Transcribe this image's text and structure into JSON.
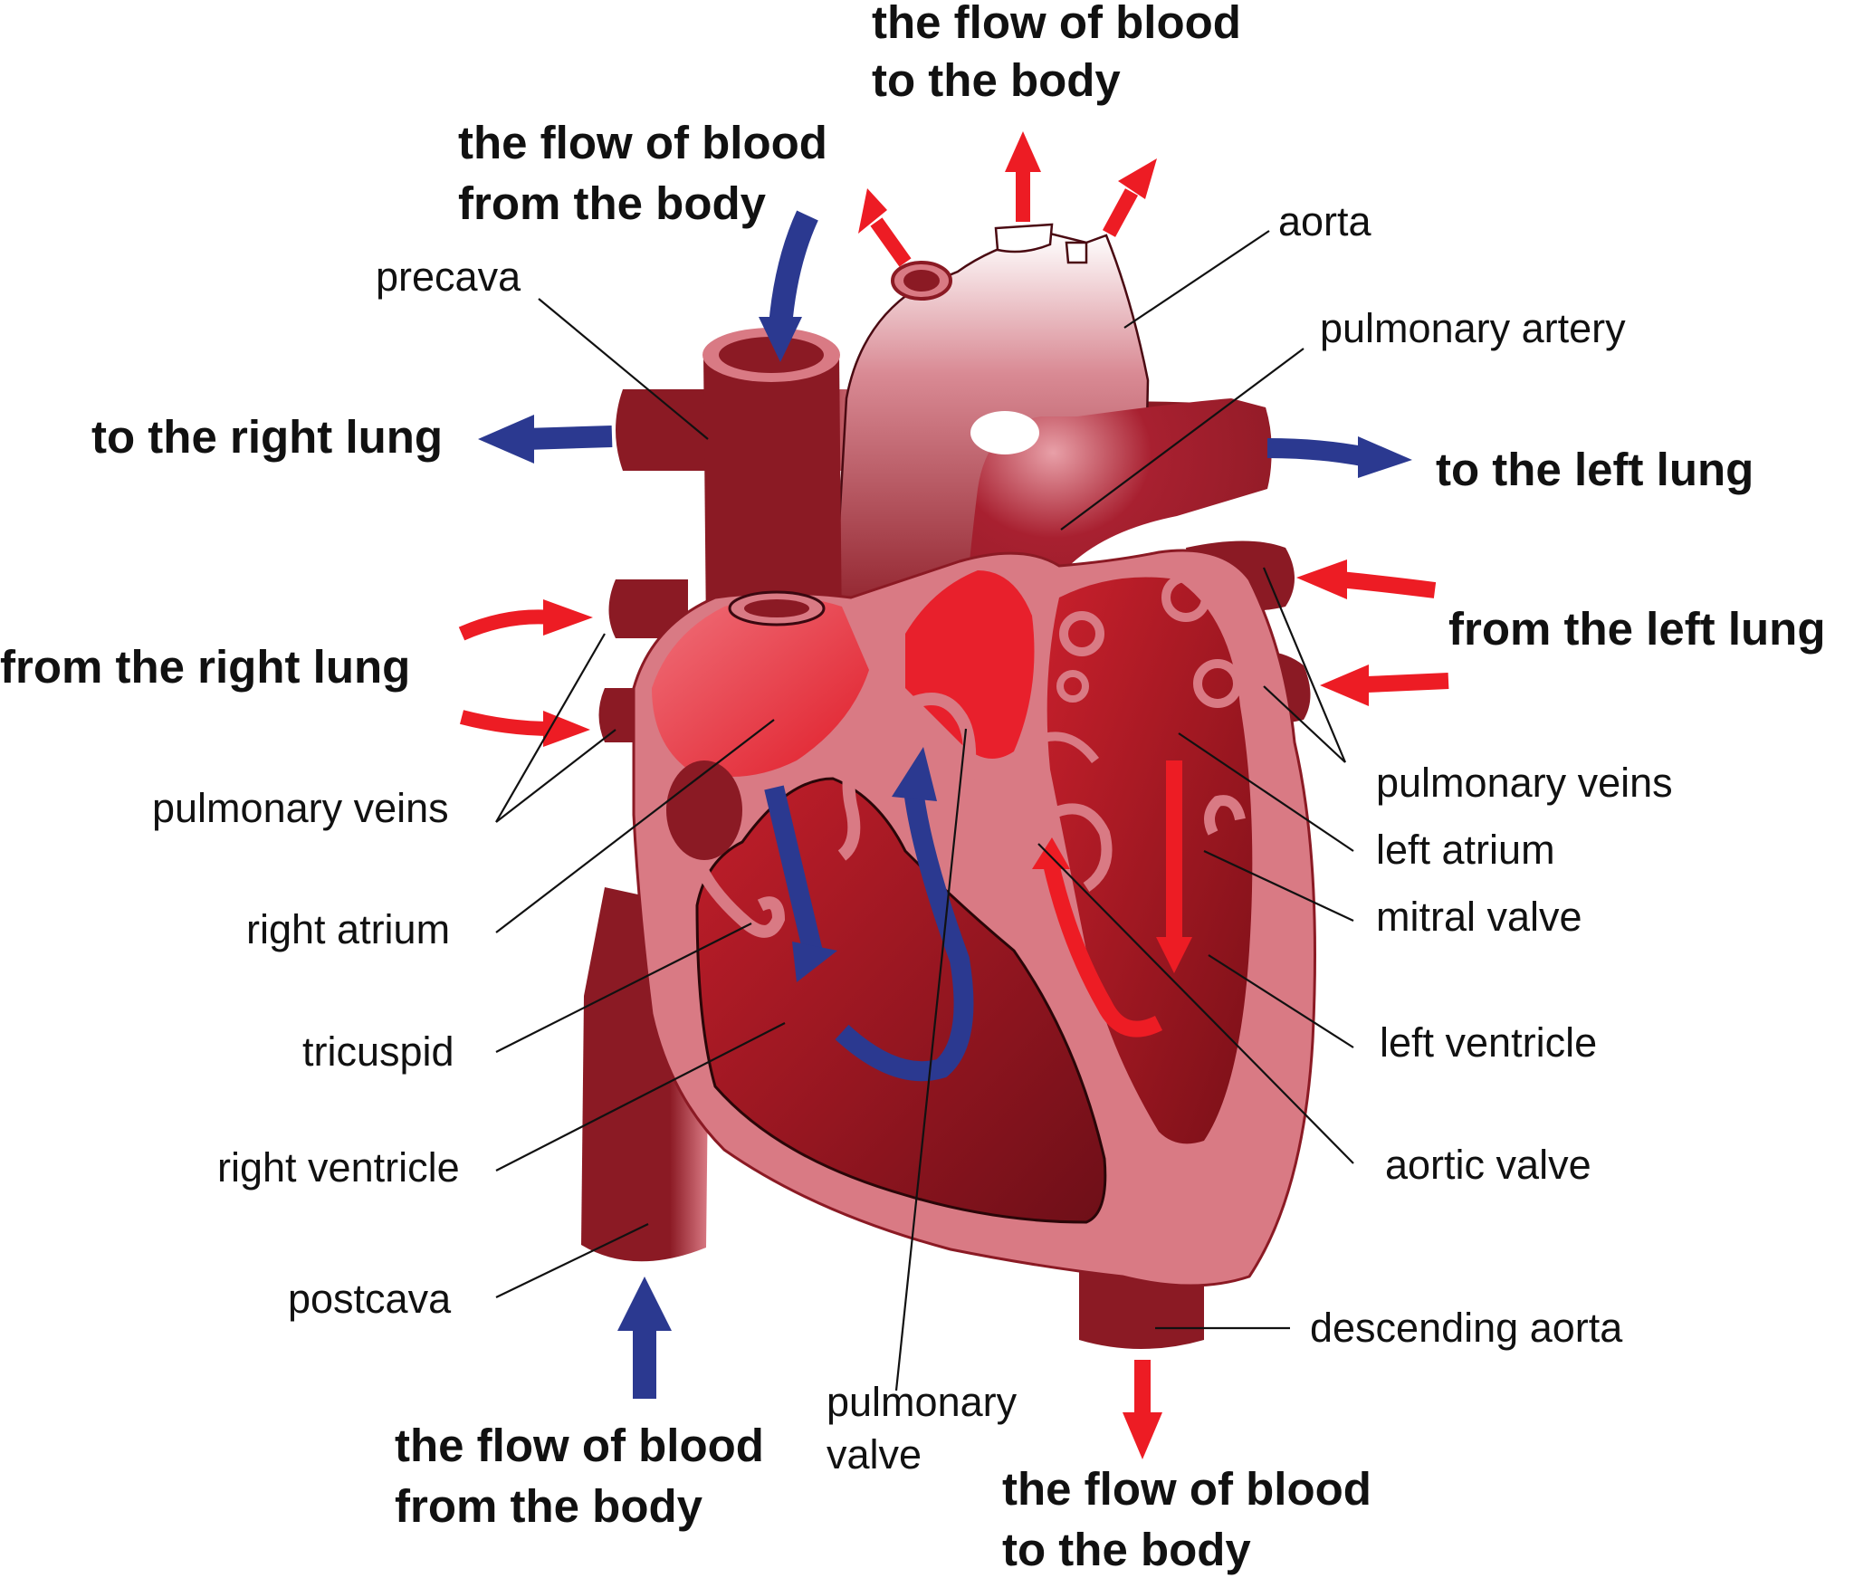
{
  "labels": {
    "precava": "precava",
    "aorta": "aorta",
    "pulmonary_artery": "pulmonary artery",
    "pulmonary_veins_left": "pulmonary veins",
    "pulmonary_veins_right": "pulmonary veins",
    "left_atrium": "left atrium",
    "mitral_valve": "mitral valve",
    "right_atrium": "right atrium",
    "tricuspid": "tricuspid",
    "right_ventricle": "right ventricle",
    "left_ventricle": "left ventricle",
    "aortic_valve": "aortic valve",
    "postcava": "postcava",
    "descending_aorta": "descending aorta",
    "pulmonary_valve_line1": "pulmonary",
    "pulmonary_valve_line2": "valve"
  },
  "flow": {
    "to_body_top_line1": "the flow of blood",
    "to_body_top_line2": "to the body",
    "from_body_top_line1": "the flow of blood",
    "from_body_top_line2": "from the body",
    "to_right_lung": "to the right lung",
    "to_left_lung": "to the left lung",
    "from_right_lung": "from the right lung",
    "from_left_lung": "from the left lung",
    "from_body_bottom_line1": "the flow of blood",
    "from_body_bottom_line2": "from the body",
    "to_body_bottom_line1": "the flow of blood",
    "to_body_bottom_line2": "to the body"
  },
  "colors": {
    "deoxygenated_arrow": "#2b3990",
    "oxygenated_arrow": "#ed1c24",
    "heart_dark": "#8b1a24",
    "heart_wall": "#d97a84",
    "chamber_bright": "#e8202c"
  }
}
